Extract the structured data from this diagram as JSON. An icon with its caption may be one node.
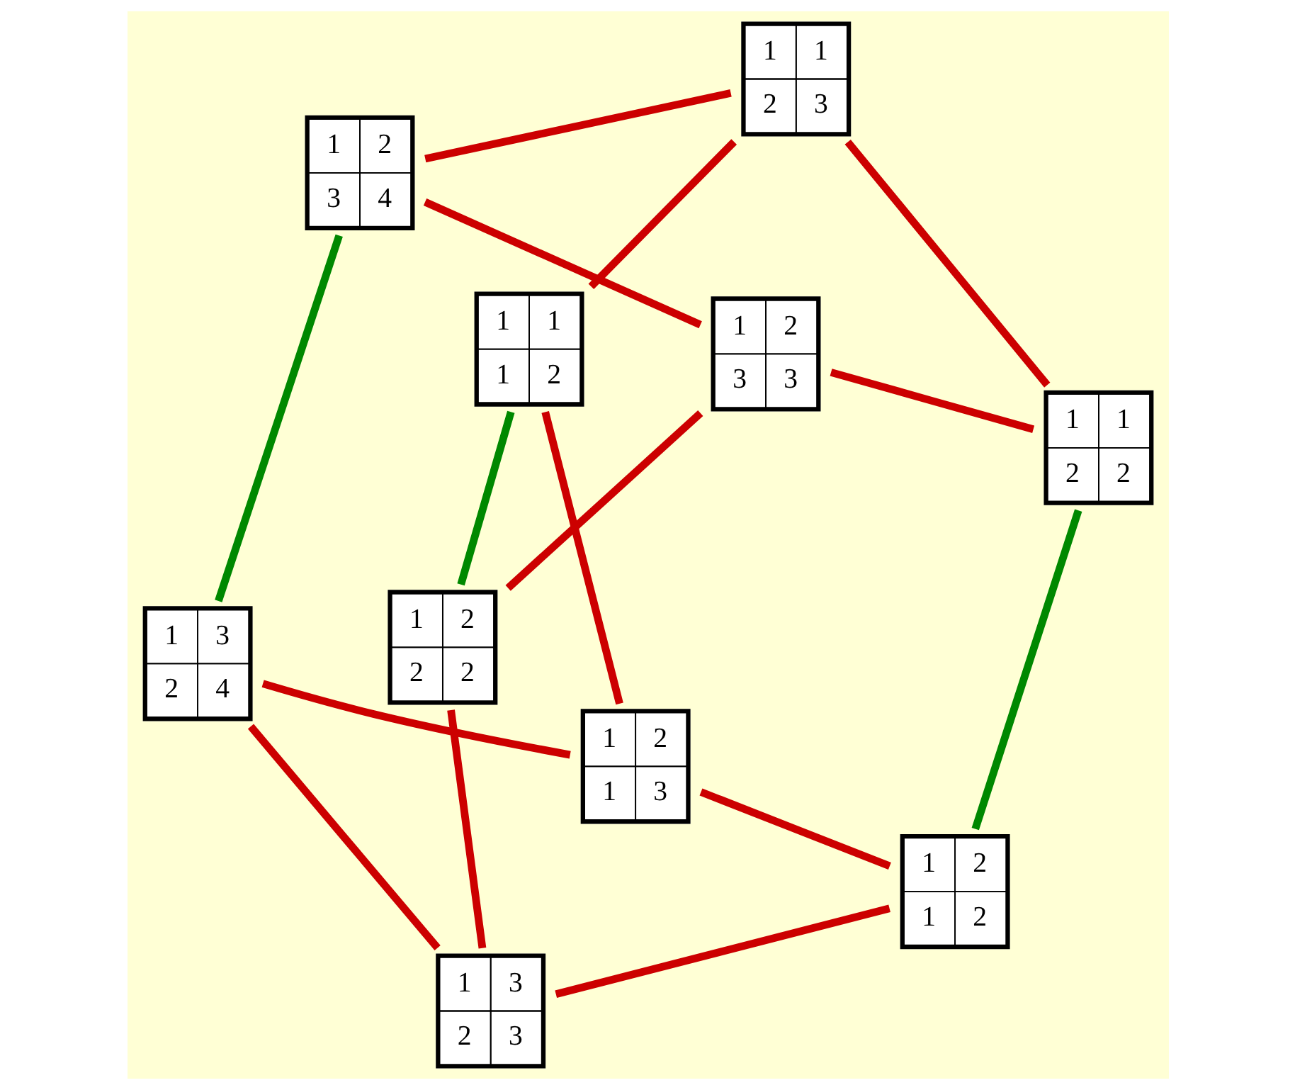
{
  "diagram": {
    "nodes": [
      {
        "text": [
          "1",
          "1",
          "1",
          "2"
        ]
      },
      {
        "text": [
          "1",
          "1",
          "2",
          "3"
        ]
      },
      {
        "text": [
          "1",
          "1",
          "2",
          "2"
        ]
      },
      {
        "text": [
          "1",
          "2",
          "3",
          "4"
        ]
      },
      {
        "text": [
          "1",
          "2",
          "1",
          "3"
        ]
      },
      {
        "text": [
          "1",
          "2",
          "3",
          "3"
        ]
      },
      {
        "text": [
          "1",
          "3",
          "2",
          "4"
        ]
      },
      {
        "text": [
          "1",
          "2",
          "1",
          "2"
        ]
      },
      {
        "text": [
          "1",
          "3",
          "2",
          "3"
        ]
      },
      {
        "text": [
          "1",
          "2",
          "2",
          "2"
        ]
      }
    ],
    "edges": [
      {
        "from": 0,
        "to": 1,
        "arrow": "none"
      },
      {
        "from": 0,
        "to": 4,
        "arrow": "none"
      },
      {
        "from": 0,
        "to": 9,
        "arrow": "none",
        "color": "#008800"
      },
      {
        "from": 1,
        "to": 2,
        "arrow": "none"
      },
      {
        "from": 1,
        "to": 3,
        "arrow": "none"
      },
      {
        "from": 2,
        "to": 5,
        "arrow": "none"
      },
      {
        "from": 3,
        "to": 5,
        "arrow": "none"
      },
      {
        "from": 7,
        "to": 2,
        "arrow": "none",
        "color": "#008800"
      },
      {
        "from": 6,
        "to": 3,
        "arrow": "none",
        "color": "#008800"
      },
      {
        "from": 4,
        "to": 7,
        "arrow": "none"
      },
      {
        "from": 4,
        "to": 6,
        "arrow": "none"
      },
      {
        "from": 7,
        "to": 8,
        "arrow": "none"
      },
      {
        "from": 6,
        "to": 8,
        "arrow": "none"
      },
      {
        "from": 8,
        "to": 9,
        "arrow": "none"
      },
      {
        "from": 9,
        "to": 5,
        "arrow": "none"
      }
    ]
  }
}
